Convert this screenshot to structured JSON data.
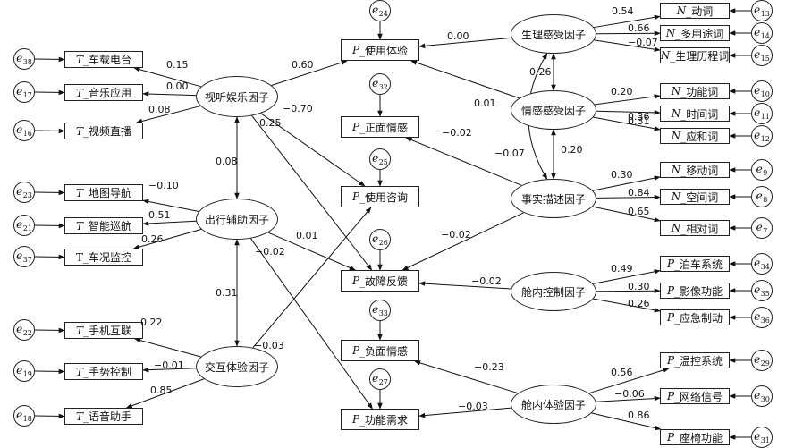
{
  "indicators": [
    {
      "id": "T1",
      "prefix": "T",
      "text": "车载电台",
      "err": "38"
    },
    {
      "id": "T2",
      "prefix": "T",
      "text": "音乐应用",
      "err": "17"
    },
    {
      "id": "T3",
      "prefix": "T",
      "text": "视频直播",
      "err": "16"
    },
    {
      "id": "T4",
      "prefix": "T",
      "text": "地图导航",
      "err": "23"
    },
    {
      "id": "T5",
      "prefix": "T",
      "text": "智能巡航",
      "err": "21"
    },
    {
      "id": "T6",
      "prefix": "",
      "text": "T_车况监控",
      "err": "37"
    },
    {
      "id": "T7",
      "prefix": "T",
      "text": "手机互联",
      "err": "22"
    },
    {
      "id": "T8",
      "prefix": "T",
      "text": "手势控制",
      "err": "19"
    },
    {
      "id": "T9",
      "prefix": "T",
      "text": "语音助手",
      "err": "18"
    },
    {
      "id": "P1",
      "prefix": "P",
      "text": "使用体验",
      "err": "24"
    },
    {
      "id": "P2",
      "prefix": "P",
      "text": "正面情感",
      "err": "32"
    },
    {
      "id": "P3",
      "prefix": "P",
      "text": "使用咨询",
      "err": "25"
    },
    {
      "id": "P4",
      "prefix": "P",
      "text": "故障反馈",
      "err": "26"
    },
    {
      "id": "P5",
      "prefix": "P",
      "text": "负面情感",
      "err": "33"
    },
    {
      "id": "P6",
      "prefix": "P",
      "text": "功能需求",
      "err": "27"
    },
    {
      "id": "N1",
      "prefix": "N",
      "text": "动词",
      "err": "13"
    },
    {
      "id": "N2",
      "prefix": "N",
      "text": "多用途词",
      "err": "14"
    },
    {
      "id": "N3",
      "prefix": "N",
      "text": "生理历程词",
      "err": "15"
    },
    {
      "id": "N4",
      "prefix": "N",
      "text": "功能词",
      "err": "10"
    },
    {
      "id": "N5",
      "prefix": "N",
      "text": "时间词",
      "err": "11"
    },
    {
      "id": "N6",
      "prefix": "N",
      "text": "应和词",
      "err": "12"
    },
    {
      "id": "N7",
      "prefix": "N",
      "text": "移动词",
      "err": "9"
    },
    {
      "id": "N8",
      "prefix": "N",
      "text": "空间词",
      "err": "8"
    },
    {
      "id": "N9",
      "prefix": "N",
      "text": "相对词",
      "err": "7"
    },
    {
      "id": "R1",
      "prefix": "P",
      "text": "泊车系统",
      "err": "34"
    },
    {
      "id": "R2",
      "prefix": "P",
      "text": "影像功能",
      "err": "35"
    },
    {
      "id": "R3",
      "prefix": "P",
      "text": "应急制动",
      "err": "36"
    },
    {
      "id": "R4",
      "prefix": "P",
      "text": "温控系统",
      "err": "29"
    },
    {
      "id": "R5",
      "prefix": "P",
      "text": "网络信号",
      "err": "30"
    },
    {
      "id": "R6",
      "prefix": "P",
      "text": "座椅功能",
      "err": "31"
    }
  ],
  "factors": [
    {
      "id": "F1",
      "label": "视听娱乐因子"
    },
    {
      "id": "F2",
      "label": "出行辅助因子"
    },
    {
      "id": "F3",
      "label": "交互体验因子"
    },
    {
      "id": "F4",
      "label": "生理感受因子"
    },
    {
      "id": "F5",
      "label": "情感感受因子"
    },
    {
      "id": "F6",
      "label": "事实描述因子"
    },
    {
      "id": "F7",
      "label": "舱内控制因子"
    },
    {
      "id": "F8",
      "label": "舱内体验因子"
    }
  ],
  "error_symbol": "e",
  "coefficients": [
    {
      "id": "c1",
      "from": "F1",
      "to": "T1",
      "value": "0.15"
    },
    {
      "id": "c2",
      "from": "F1",
      "to": "T2",
      "value": "0.00"
    },
    {
      "id": "c3",
      "from": "F1",
      "to": "T3",
      "value": "0.08"
    },
    {
      "id": "c4",
      "from": "F2",
      "to": "T4",
      "value": "−0.10"
    },
    {
      "id": "c5",
      "from": "F2",
      "to": "T5",
      "value": "0.51"
    },
    {
      "id": "c6",
      "from": "F2",
      "to": "T6",
      "value": "0.26"
    },
    {
      "id": "c7",
      "from": "F3",
      "to": "T7",
      "value": "0.22"
    },
    {
      "id": "c8",
      "from": "F3",
      "to": "T8",
      "value": "−0.01"
    },
    {
      "id": "c9",
      "from": "F3",
      "to": "T9",
      "value": "0.85"
    },
    {
      "id": "c10",
      "from": "F1",
      "to": "F2",
      "value": "0.08"
    },
    {
      "id": "c11",
      "from": "F2",
      "to": "F3",
      "value": "0.31"
    },
    {
      "id": "c12",
      "from": "F1",
      "to": "P1",
      "value": "0.60"
    },
    {
      "id": "c13",
      "from": "F1",
      "to": "P4",
      "value": "−0.70"
    },
    {
      "id": "c14",
      "from": "F1",
      "to": "P3",
      "value": "0.25"
    },
    {
      "id": "c15",
      "from": "F2",
      "to": "P4",
      "value": "0.01"
    },
    {
      "id": "c16",
      "from": "F2",
      "to": "P6",
      "value": "−0.02"
    },
    {
      "id": "c17",
      "from": "F3",
      "to": "P3",
      "value": "−0.03"
    },
    {
      "id": "c18",
      "from": "F4",
      "to": "P1",
      "value": "0.00"
    },
    {
      "id": "c19",
      "from": "F5",
      "to": "P1",
      "value": "0.01"
    },
    {
      "id": "c20",
      "from": "F6",
      "to": "P2",
      "value": "−0.02"
    },
    {
      "id": "c21",
      "from": "F6",
      "to": "P4",
      "value": "−0.02"
    },
    {
      "id": "c22",
      "from": "F7",
      "to": "P4",
      "value": "−0.02"
    },
    {
      "id": "c23",
      "from": "F8",
      "to": "P5",
      "value": "−0.23"
    },
    {
      "id": "c24",
      "from": "F8",
      "to": "P6",
      "value": "−0.03"
    },
    {
      "id": "c25",
      "from": "F4",
      "to": "F5",
      "value": "0.26"
    },
    {
      "id": "c26",
      "from": "F5",
      "to": "F6",
      "value": "0.20"
    },
    {
      "id": "c27",
      "from": "F4",
      "to": "F6",
      "value": "−0.07"
    },
    {
      "id": "c28",
      "from": "F4",
      "to": "N1",
      "value": "0.54"
    },
    {
      "id": "c29",
      "from": "F4",
      "to": "N2",
      "value": "0.66"
    },
    {
      "id": "c30",
      "from": "F4",
      "to": "N3",
      "value": "−0.07"
    },
    {
      "id": "c31",
      "from": "F5",
      "to": "N4",
      "value": "0.20"
    },
    {
      "id": "c32",
      "from": "F5",
      "to": "N5",
      "value": "0.36"
    },
    {
      "id": "c33",
      "from": "F5",
      "to": "N6",
      "value": "0.31"
    },
    {
      "id": "c34",
      "from": "F6",
      "to": "N7",
      "value": "0.30"
    },
    {
      "id": "c35",
      "from": "F6",
      "to": "N8",
      "value": "0.84"
    },
    {
      "id": "c36",
      "from": "F6",
      "to": "N9",
      "value": "0.65"
    },
    {
      "id": "c37",
      "from": "F7",
      "to": "R1",
      "value": "0.49"
    },
    {
      "id": "c38",
      "from": "F7",
      "to": "R2",
      "value": "0.30"
    },
    {
      "id": "c39",
      "from": "F7",
      "to": "R3",
      "value": "0.26"
    },
    {
      "id": "c40",
      "from": "F8",
      "to": "R4",
      "value": "0.56"
    },
    {
      "id": "c41",
      "from": "F8",
      "to": "R5",
      "value": "−0.06"
    },
    {
      "id": "c42",
      "from": "F8",
      "to": "R6",
      "value": "0.86"
    }
  ]
}
